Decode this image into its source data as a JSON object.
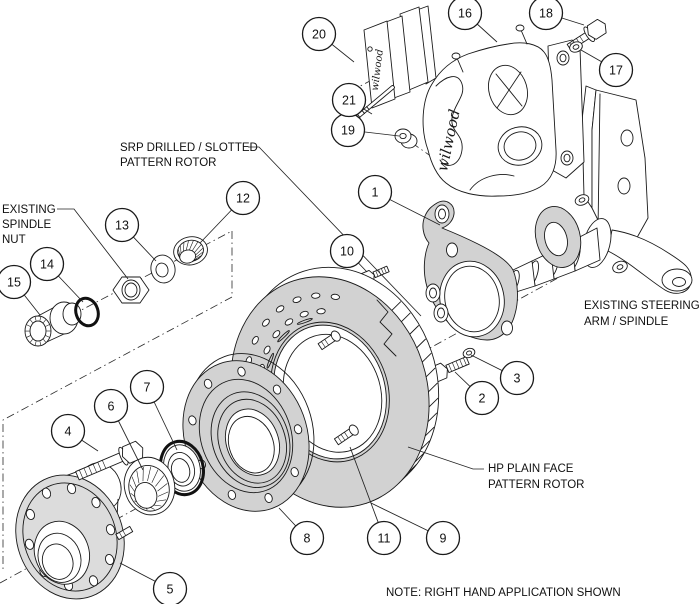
{
  "note": "NOTE: RIGHT HAND APPLICATION SHOWN",
  "brand": "wilwood",
  "labels": {
    "spindle_nut": {
      "l1": "EXISTING",
      "l2": "SPINDLE",
      "l3": "NUT"
    },
    "srp_rotor": {
      "l1": "SRP DRILLED / SLOTTED",
      "l2": "PATTERN ROTOR"
    },
    "steering_arm": {
      "l1": "EXISTING STEERING",
      "l2": "ARM / SPINDLE"
    },
    "hp_rotor": {
      "l1": "HP PLAIN FACE",
      "l2": "PATTERN ROTOR"
    }
  },
  "callouts": {
    "c1": "1",
    "c2": "2",
    "c3": "3",
    "c4": "4",
    "c5": "5",
    "c6": "6",
    "c7": "7",
    "c8": "8",
    "c9": "9",
    "c10": "10",
    "c11": "11",
    "c12": "12",
    "c13": "13",
    "c14": "14",
    "c15": "15",
    "c16": "16",
    "c17": "17",
    "c18": "18",
    "c19": "19",
    "c20": "20",
    "c21": "21"
  }
}
